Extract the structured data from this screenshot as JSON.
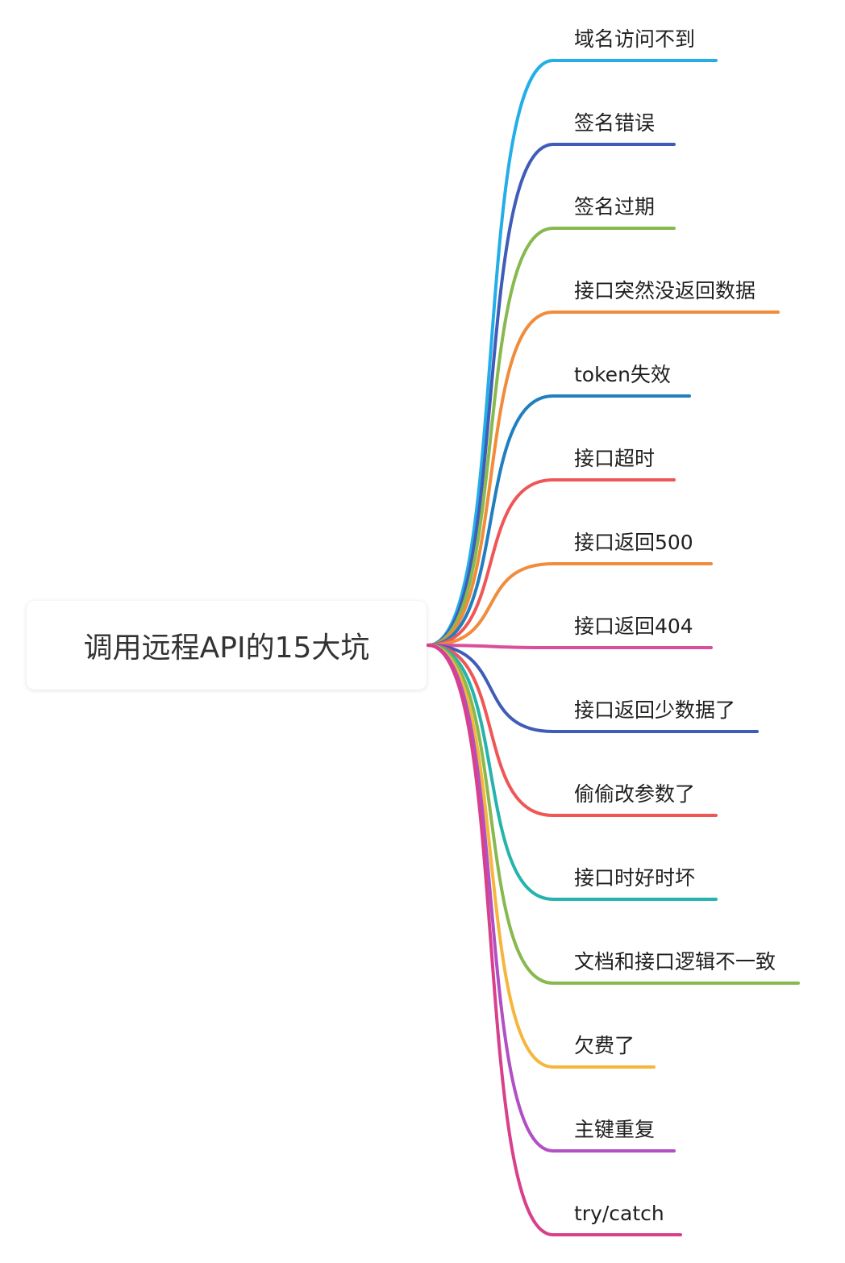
{
  "root": {
    "label": "调用远程API的15大坑"
  },
  "branches": [
    {
      "label": "域名访问不到",
      "color": "#23aee8"
    },
    {
      "label": "签名错误",
      "color": "#3f5cb8"
    },
    {
      "label": "签名过期",
      "color": "#88b94f"
    },
    {
      "label": "接口突然没返回数据",
      "color": "#f08c3c"
    },
    {
      "label": "token失效",
      "color": "#1f7fbf"
    },
    {
      "label": "接口超时",
      "color": "#ef5656"
    },
    {
      "label": "接口返回500",
      "color": "#f08c3c"
    },
    {
      "label": "接口返回404",
      "color": "#d94f9b"
    },
    {
      "label": "接口返回少数据了",
      "color": "#3f5cb8"
    },
    {
      "label": "偷偷改参数了",
      "color": "#ef5656"
    },
    {
      "label": "接口时好时坏",
      "color": "#27b3ad"
    },
    {
      "label": "文档和接口逻辑不一致",
      "color": "#88b94f"
    },
    {
      "label": "欠费了",
      "color": "#f5b63c"
    },
    {
      "label": "主键重复",
      "color": "#b14fc4"
    },
    {
      "label": "try/catch",
      "color": "#d9408c"
    }
  ]
}
